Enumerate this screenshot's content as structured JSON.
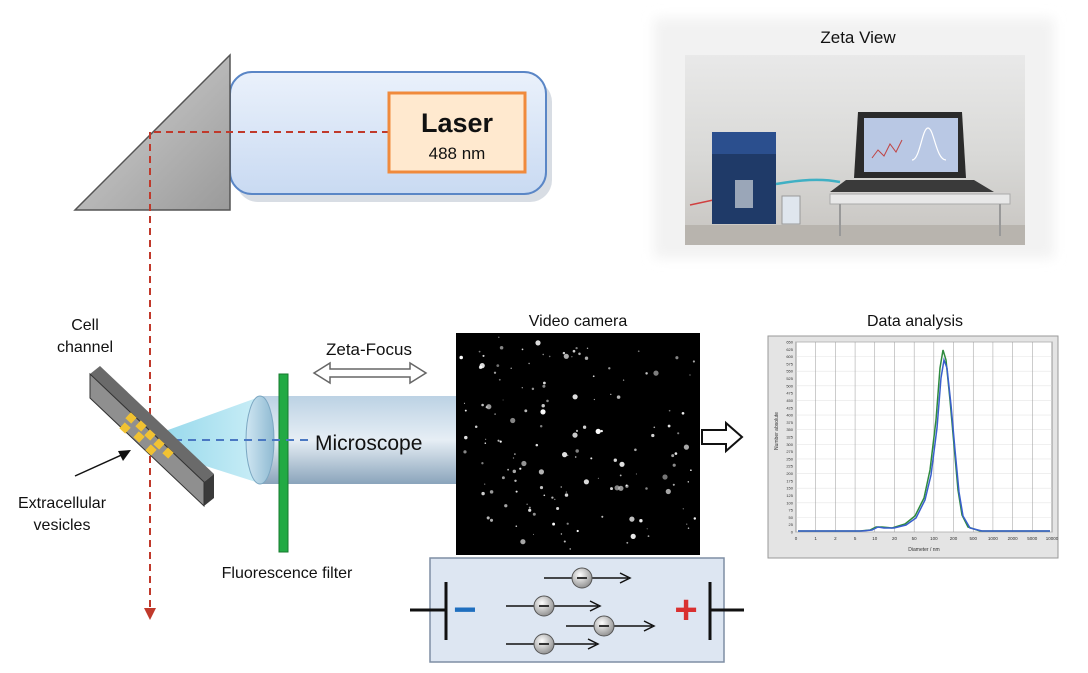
{
  "laser": {
    "title": "Laser",
    "wavelength": "488 nm"
  },
  "photo": {
    "caption": "Zeta View"
  },
  "cell": {
    "line1": "Cell",
    "line2": "channel"
  },
  "vesicles": {
    "line1": "Extracellular",
    "line2": "vesicles"
  },
  "zeta_focus": "Zeta-Focus",
  "microscope": "Microscope",
  "filter": "Fluorescence filter",
  "camera": "Video camera",
  "analysis": {
    "title": "Data analysis",
    "xlabel": "Diameter / nm",
    "ylabel": "Number absolute",
    "y_ticks": [
      "0",
      "25",
      "50",
      "75",
      "100",
      "125",
      "150",
      "175",
      "200",
      "225",
      "250",
      "275",
      "300",
      "325",
      "350",
      "375",
      "400",
      "425",
      "450",
      "475",
      "500",
      "525",
      "550",
      "575",
      "600",
      "625",
      "650"
    ],
    "x_ticks": [
      "0",
      "1",
      "2",
      "5",
      "10",
      "20",
      "50",
      "100",
      "200",
      "500",
      "1000",
      "2000",
      "5000",
      "10000"
    ]
  },
  "electrophoresis": {
    "minus": "−",
    "plus": "+"
  },
  "colors": {
    "laser_box": "#f08a3c",
    "beam": "#c0392b",
    "filter": "#22aa44",
    "series_green": "#2e8b3e",
    "series_blue": "#3a5fcd",
    "minus": "#1f6fbf",
    "plus": "#d93030"
  }
}
